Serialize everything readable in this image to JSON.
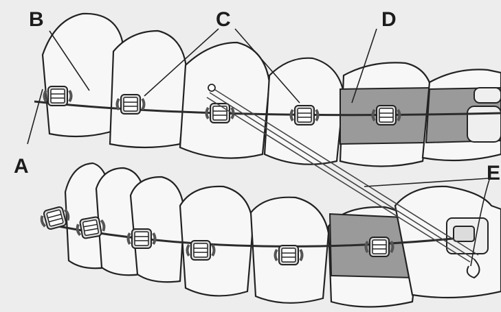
{
  "diagram": {
    "background": "#ededed",
    "band_color": "#9a9a9a",
    "labels": [
      {
        "id": "A",
        "text": "A"
      },
      {
        "id": "B",
        "text": "B"
      },
      {
        "id": "C",
        "text": "C"
      },
      {
        "id": "D",
        "text": "D"
      },
      {
        "id": "E",
        "text": "E"
      }
    ]
  }
}
